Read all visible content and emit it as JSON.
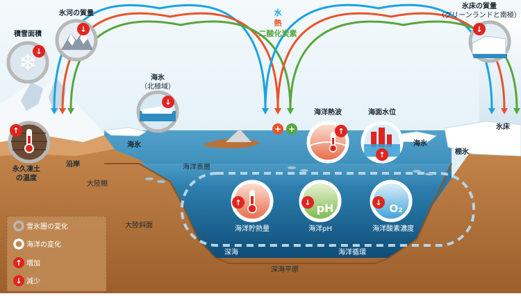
{
  "colors": {
    "water": "#1aa3e0",
    "heat": "#e8542a",
    "co2": "#55a63b",
    "increase": "#e02520",
    "decrease": "#e02520",
    "cryo_ring": "#b8b8b8",
    "ocean_ring": "#ffffff",
    "sky": "#e8f3f9",
    "ocean": "#1c6e9c",
    "land": "#b9773f"
  },
  "top_legend": {
    "water": "水",
    "heat": "熱",
    "co2": "二酸化炭素"
  },
  "indicators": {
    "snow_cover": {
      "label": "積雪面積",
      "trend": "decrease"
    },
    "glacier_mass": {
      "label": "氷河の質量",
      "trend": "decrease"
    },
    "sea_ice": {
      "label": "海氷",
      "sublabel": "（北極域）",
      "trend": "decrease"
    },
    "ice_sheet_mass": {
      "label": "氷床の質量",
      "sublabel": "（グリーンランドと南極）",
      "trend": "decrease"
    },
    "permafrost_temp": {
      "label": "永久凍土",
      "sublabel": "の温度",
      "trend": "increase"
    },
    "marine_heatwave": {
      "label": "海洋熱波",
      "trend": "increase"
    },
    "sea_level": {
      "label": "海面水位",
      "trend": "increase"
    },
    "ocean_heat": {
      "label": "海洋貯熱量",
      "trend": "increase"
    },
    "ocean_ph": {
      "label": "海洋pH",
      "symbol": "pH",
      "trend": "decrease"
    },
    "ocean_oxygen": {
      "label": "海洋酸素濃度",
      "symbol": "O₂",
      "trend": "decrease"
    }
  },
  "exchange_signs": [
    "+",
    "+"
  ],
  "place_labels": {
    "sea_ice_left": "海氷",
    "sea_ice_right": "海氷",
    "coast": "沿岸",
    "continental_shelf": "大陸棚",
    "continental_slope": "大陸斜面",
    "surface_ocean": "海洋表層",
    "deep_ocean": "深海",
    "abyssal_plain": "深海平原",
    "ocean_circulation": "海洋循環",
    "ice_sheet": "氷床",
    "ice_shelf": "棚氷"
  },
  "legend": {
    "cryosphere_change": "雪氷圏の変化",
    "ocean_change": "海洋の変化",
    "increase": "増加",
    "decrease": "減少"
  }
}
